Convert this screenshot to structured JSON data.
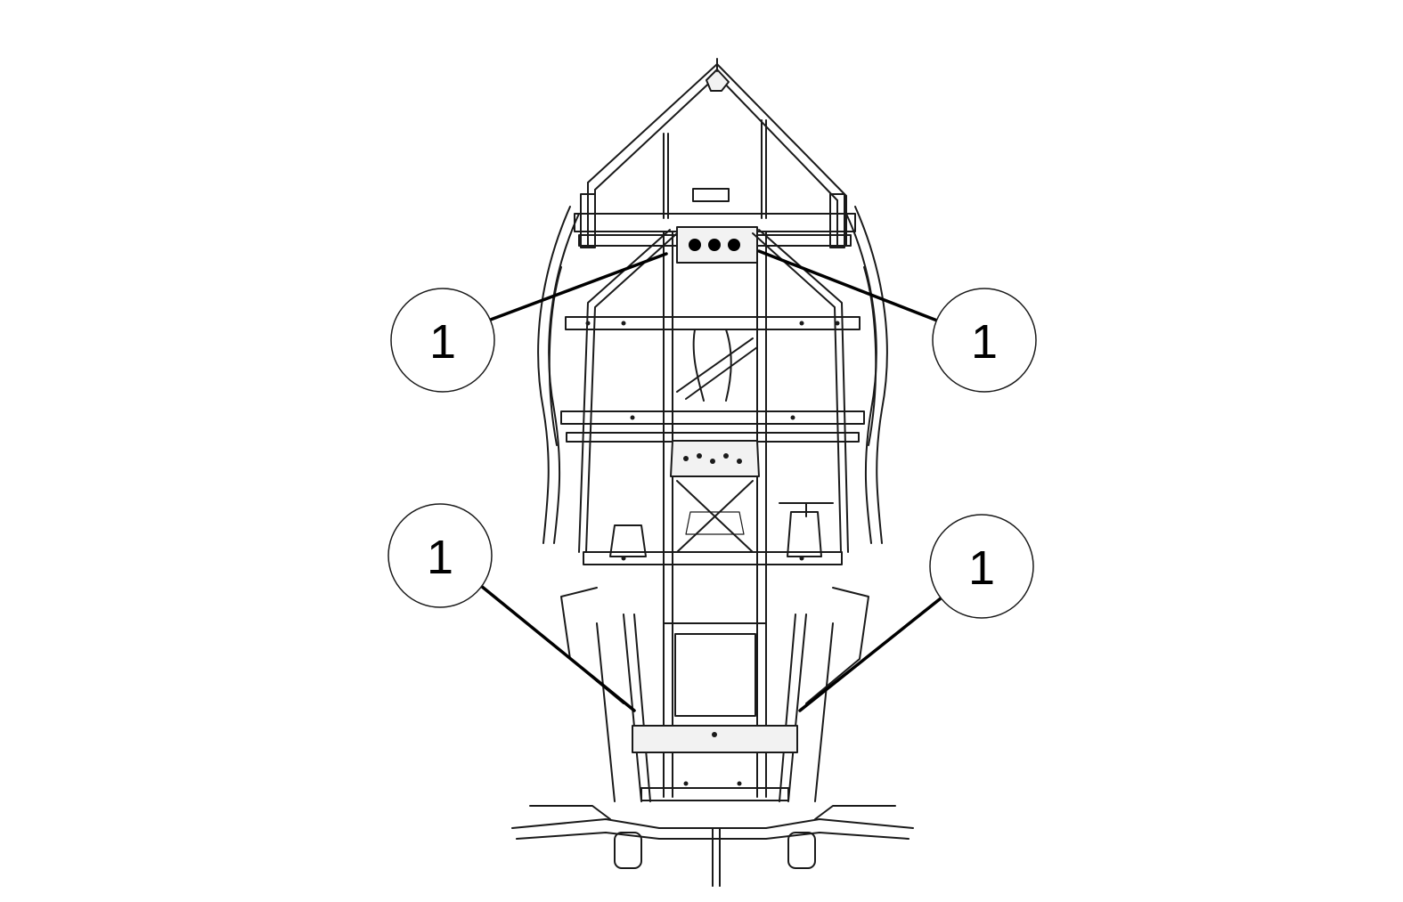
{
  "callouts": [
    {
      "id": "upper-left",
      "label": "1"
    },
    {
      "id": "upper-right",
      "label": "1"
    },
    {
      "id": "lower-left",
      "label": "1"
    },
    {
      "id": "lower-right",
      "label": "1"
    }
  ],
  "colors": {
    "line": "#1a1a1a",
    "background": "#ffffff"
  }
}
